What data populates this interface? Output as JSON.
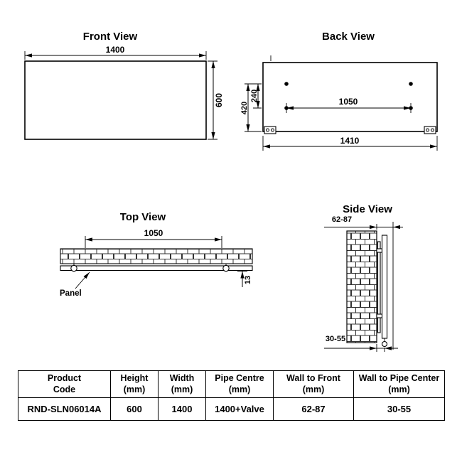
{
  "front_view": {
    "title": "Front View",
    "dim_width": "1400",
    "dim_height": "600"
  },
  "back_view": {
    "title": "Back View",
    "dim_vertical_outer": "420",
    "dim_vertical_inner": "240",
    "dim_bracket_centres": "1050",
    "dim_overall_width": "1410"
  },
  "top_view": {
    "title": "Top View",
    "dim_pipe_centres": "1050",
    "panel_label": "Panel",
    "dim_panel_depth": "13"
  },
  "side_view": {
    "title": "Side View",
    "dim_wall_to_front": "62-87",
    "dim_wall_to_pipe_centre": "30-55"
  },
  "table": {
    "headers": [
      "Product\nCode",
      "Height\n(mm)",
      "Width\n(mm)",
      "Pipe Centre\n(mm)",
      "Wall to Front\n(mm)",
      "Wall to Pipe Center\n(mm)"
    ],
    "row": [
      "RND-SLN06014A",
      "600",
      "1400",
      "1400+Valve",
      "62-87",
      "30-55"
    ]
  }
}
